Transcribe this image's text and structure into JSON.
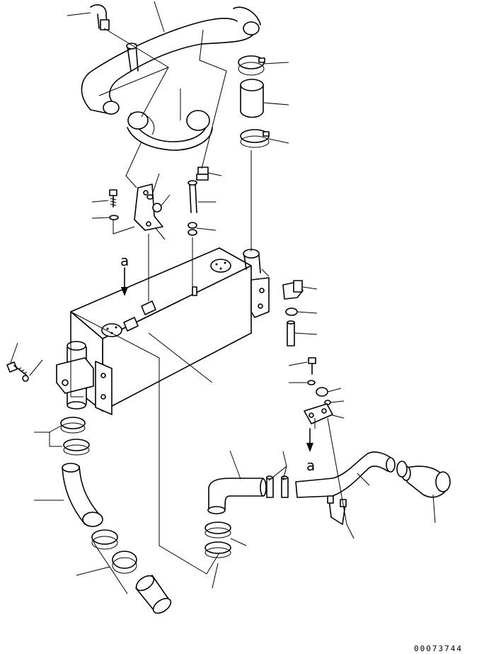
{
  "view_labels": {
    "upper": "a",
    "lower": "a"
  },
  "document_number": "00073744"
}
